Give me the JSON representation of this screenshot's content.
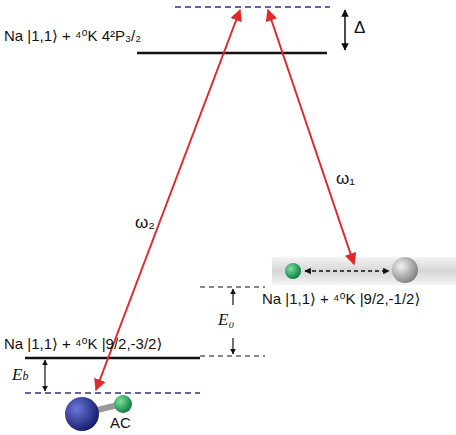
{
  "diagram": {
    "labels": [
      "Na |1,1⟩ + ⁴⁰K 4²P₃/₂",
      "Δ",
      "ω₂",
      "ω₁",
      "Na |1,1⟩ + ⁴⁰K |9/2,-1/2⟩",
      "E₀",
      "Na |1,1⟩ + ⁴⁰K |9/2,-3/2⟩",
      "Eb",
      "AC"
    ]
  }
}
